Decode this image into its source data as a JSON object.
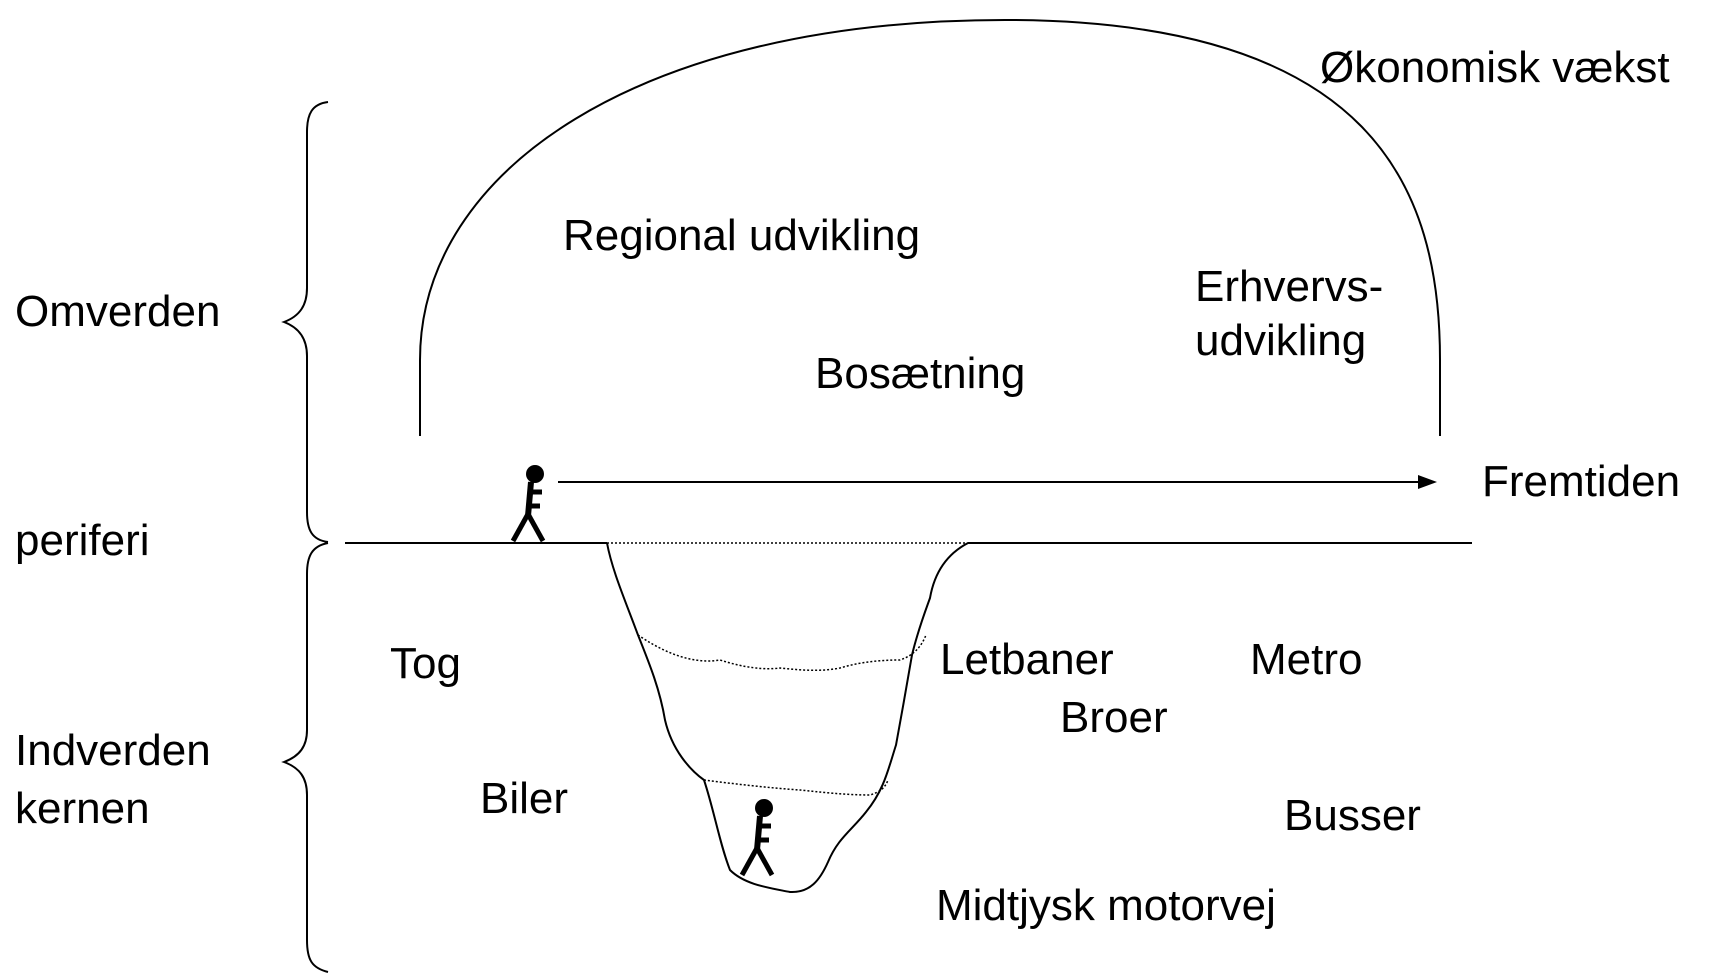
{
  "left_labels": {
    "omverden": "Omverden",
    "periferi": "periferi",
    "indverden_line1": "Indverden",
    "indverden_line2": "kernen"
  },
  "dome_labels": {
    "okonomisk_vaekst": "Økonomisk vækst",
    "regional_udvikling": "Regional udvikling",
    "erhvervs_line1": "Erhvervs-",
    "erhvervs_line2": "udvikling",
    "bosaetning": "Bosætning"
  },
  "arrow_label": "Fremtiden",
  "lower_labels": {
    "tog": "Tog",
    "biler": "Biler",
    "letbaner": "Letbaner",
    "metro": "Metro",
    "broer": "Broer",
    "busser": "Busser",
    "midtjysk_motorvej": "Midtjysk motorvej"
  },
  "colors": {
    "ink": "#000000",
    "background": "#ffffff"
  }
}
